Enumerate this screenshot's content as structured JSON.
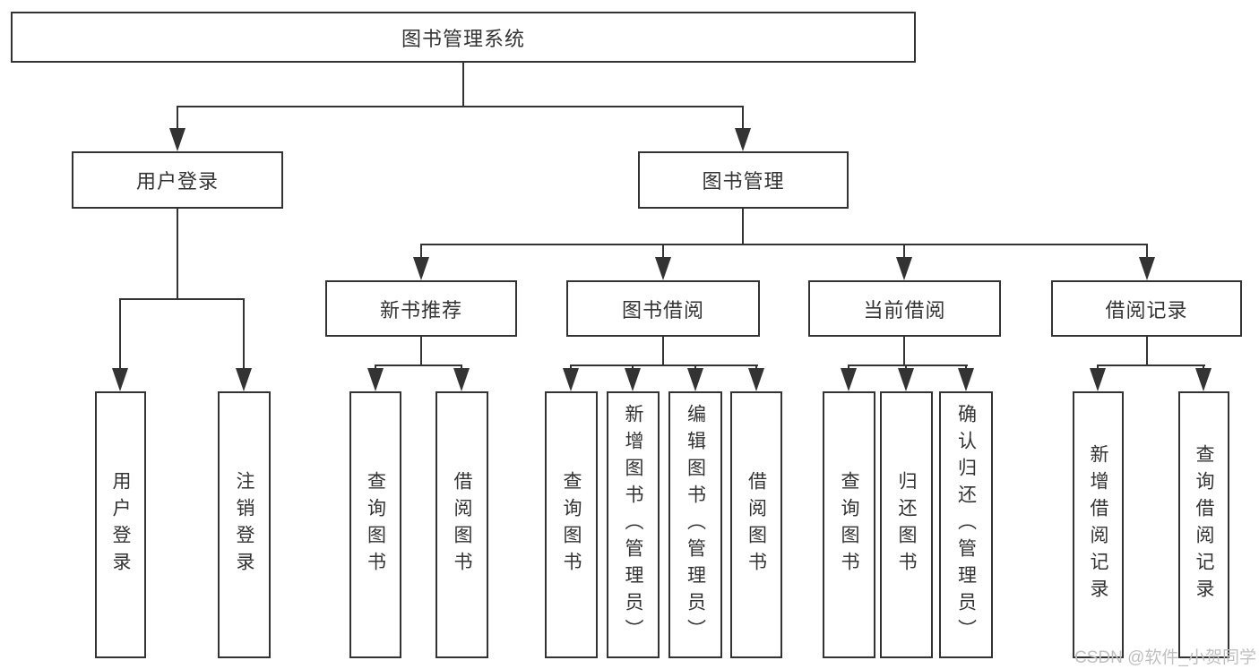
{
  "diagram": {
    "root": {
      "label": "图书管理系统"
    },
    "level2": [
      {
        "id": "user-login",
        "label": "用户登录"
      },
      {
        "id": "book-management",
        "label": "图书管理"
      }
    ],
    "level3": [
      {
        "id": "new-book-recommend",
        "label": "新书推荐",
        "parent": "book-management"
      },
      {
        "id": "book-borrowing",
        "label": "图书借阅",
        "parent": "book-management"
      },
      {
        "id": "current-borrowing",
        "label": "当前借阅",
        "parent": "book-management"
      },
      {
        "id": "borrowing-records",
        "label": "借阅记录",
        "parent": "book-management"
      }
    ],
    "leaves": [
      {
        "label": "用户登录",
        "parent": "user-login"
      },
      {
        "label": "注销登录",
        "parent": "user-login"
      },
      {
        "label": "查询图书",
        "parent": "new-book-recommend"
      },
      {
        "label": "借阅图书",
        "parent": "new-book-recommend"
      },
      {
        "label": "查询图书",
        "parent": "book-borrowing"
      },
      {
        "label": "新增图书（管理员）",
        "parent": "book-borrowing"
      },
      {
        "label": "编辑图书（管理员）",
        "parent": "book-borrowing"
      },
      {
        "label": "借阅图书",
        "parent": "book-borrowing"
      },
      {
        "label": "查询图书",
        "parent": "current-borrowing"
      },
      {
        "label": "归还图书",
        "parent": "current-borrowing"
      },
      {
        "label": "确认归还（管理员）",
        "parent": "current-borrowing"
      },
      {
        "label": "新增借阅记录",
        "parent": "borrowing-records"
      },
      {
        "label": "查询借阅记录",
        "parent": "borrowing-records"
      }
    ]
  },
  "watermark": {
    "text": "CSDN @软件_小贺同学"
  },
  "colors": {
    "line": "#333333",
    "text": "#333333",
    "box_background": "#ffffff",
    "page_background": "#ffffff",
    "watermark": "#c0c0c0"
  }
}
